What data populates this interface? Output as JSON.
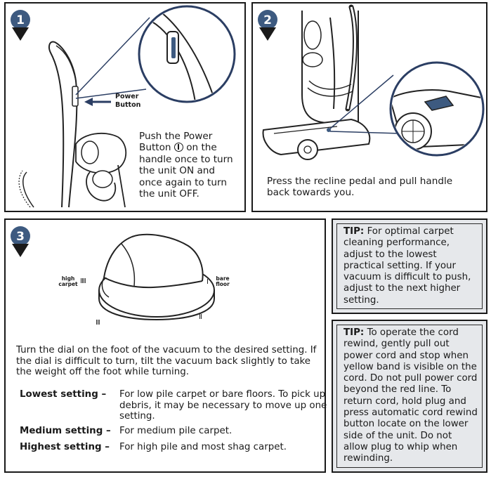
{
  "panel1": {
    "step": "1",
    "callout": "Power\nButton",
    "instruction_before": "Push the Power Button",
    "instruction_after": "on the handle once to turn the unit ON and once again to turn the unit OFF.",
    "power_icon": "power-symbol-icon"
  },
  "panel2": {
    "step": "2",
    "instruction": "Press the recline pedal and pull handle back towards you."
  },
  "panel3": {
    "step": "3",
    "dial_labels": {
      "high_carpet": "high\ncarpet",
      "bare_floor": "bare\nfloor",
      "mark_4": "IIII",
      "mark_3": "III",
      "mark_2": "II",
      "mark_1": "I"
    },
    "instruction": "Turn the dial on the foot of the vacuum to the desired setting. If the dial is difficult to turn, tilt the vacuum back slightly to take the weight off the foot while turning.",
    "settings": [
      {
        "label": "Lowest setting –",
        "desc": "For low pile carpet or bare floors. To pick up debris, it may be necessary to move up one setting."
      },
      {
        "label": "Medium setting –",
        "desc": "For medium pile carpet."
      },
      {
        "label": "Highest setting –",
        "desc": "For high pile and most shag carpet."
      }
    ]
  },
  "tip1": {
    "heading": "TIP:",
    "body": "For optimal carpet cleaning performance, adjust to the lowest practical setting. If your vacuum is difficult to push, adjust to the next higher setting."
  },
  "tip2": {
    "heading": "TIP:",
    "body": "To operate the cord rewind, gently pull out power cord and stop when yellow band is visible on the cord. Do not pull power cord beyond the red line. To return cord, hold plug and press automatic cord rewind button locate on the lower side of the unit. Do not allow plug to whip when rewinding."
  },
  "colors": {
    "badge": "#3d5a80",
    "accent": "#2b3e63",
    "tip_bg": "#e6e8eb"
  }
}
